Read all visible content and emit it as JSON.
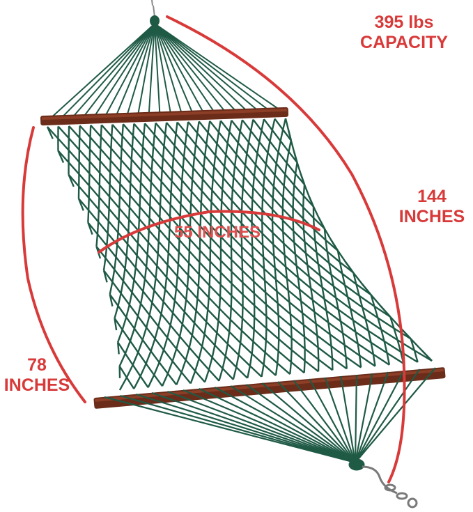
{
  "annotations": {
    "capacity": {
      "line1": "395 lbs",
      "line2": "CAPACITY"
    },
    "length": {
      "line1": "144",
      "line2": "INCHES"
    },
    "height": {
      "line1": "78",
      "line2": "INCHES"
    },
    "width": {
      "text": "55 INCHES"
    }
  },
  "colors": {
    "rope": "#1f5a45",
    "spreader_bar": "#6b2c1a",
    "annotation": "#d83a3a",
    "hardware": "#8a8a8a"
  },
  "icons": [
    "hammock-image",
    "chain-icon",
    "s-hook-icon"
  ]
}
